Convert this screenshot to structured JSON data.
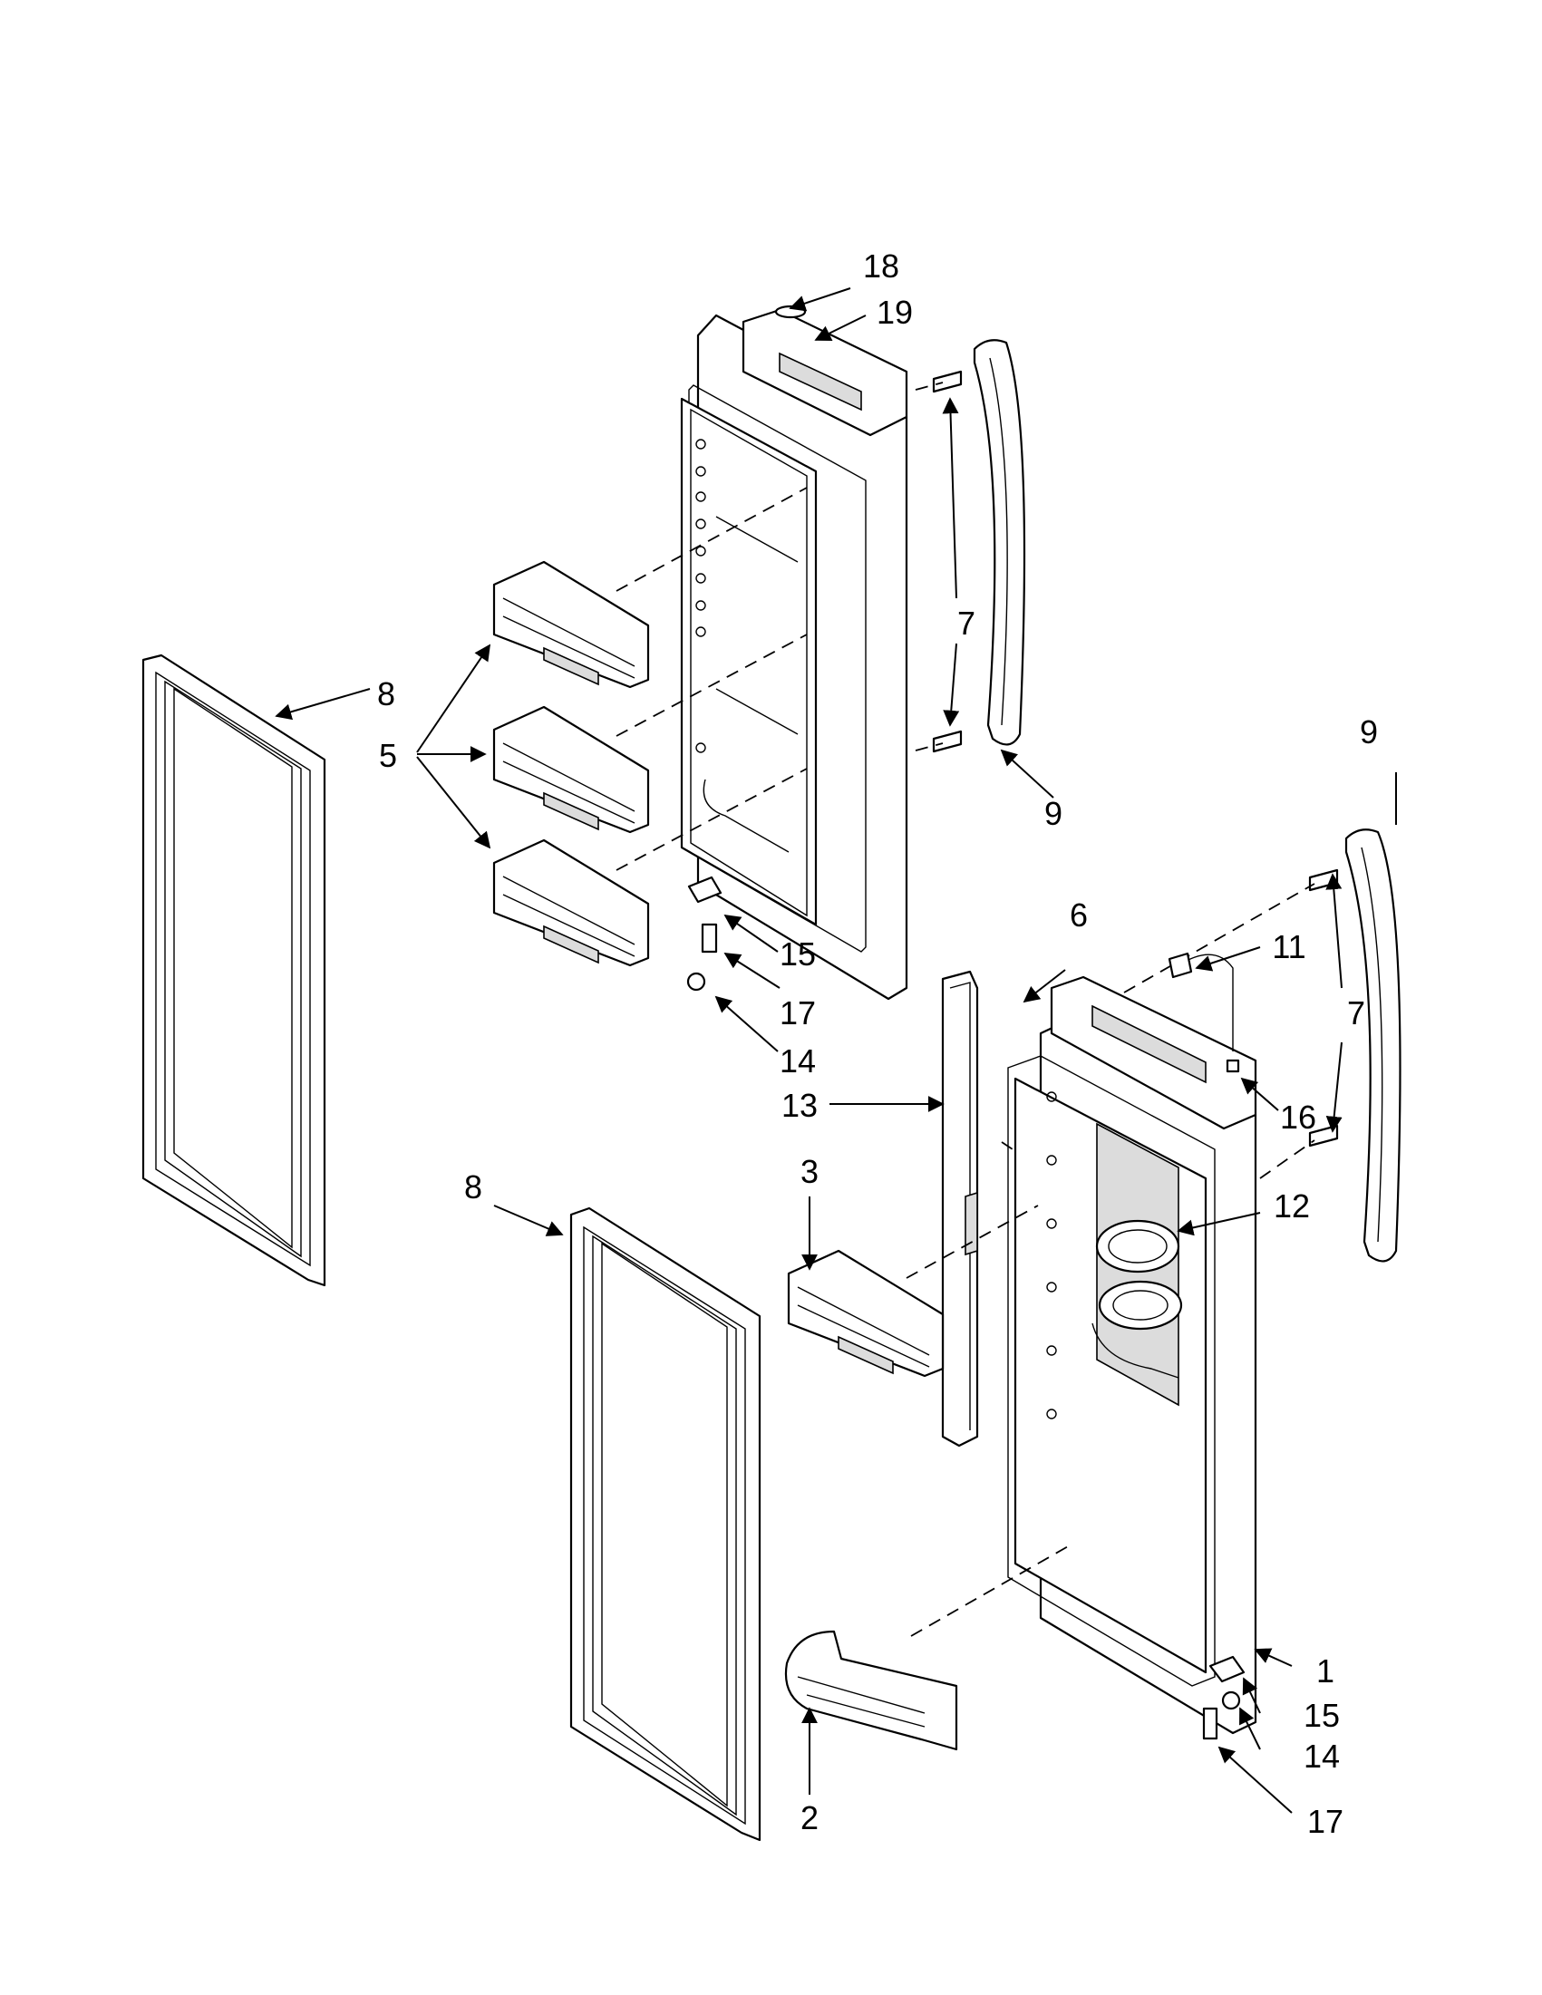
{
  "diagram": {
    "callouts": [
      {
        "id": "c18",
        "text": "18"
      },
      {
        "id": "c19",
        "text": "19"
      },
      {
        "id": "c7a",
        "text": "7"
      },
      {
        "id": "c8a",
        "text": "8"
      },
      {
        "id": "c5",
        "text": "5"
      },
      {
        "id": "c9a",
        "text": "9"
      },
      {
        "id": "c9b",
        "text": "9"
      },
      {
        "id": "c6",
        "text": "6"
      },
      {
        "id": "c11",
        "text": "11"
      },
      {
        "id": "c7b",
        "text": "7"
      },
      {
        "id": "c15a",
        "text": "15"
      },
      {
        "id": "c17a",
        "text": "17"
      },
      {
        "id": "c14a",
        "text": "14"
      },
      {
        "id": "c16",
        "text": "16"
      },
      {
        "id": "c13",
        "text": "13"
      },
      {
        "id": "c3",
        "text": "3"
      },
      {
        "id": "c8b",
        "text": "8"
      },
      {
        "id": "c12",
        "text": "12"
      },
      {
        "id": "c1",
        "text": "1"
      },
      {
        "id": "c15b",
        "text": "15"
      },
      {
        "id": "c14b",
        "text": "14"
      },
      {
        "id": "c2",
        "text": "2"
      },
      {
        "id": "c17b",
        "text": "17"
      }
    ]
  }
}
